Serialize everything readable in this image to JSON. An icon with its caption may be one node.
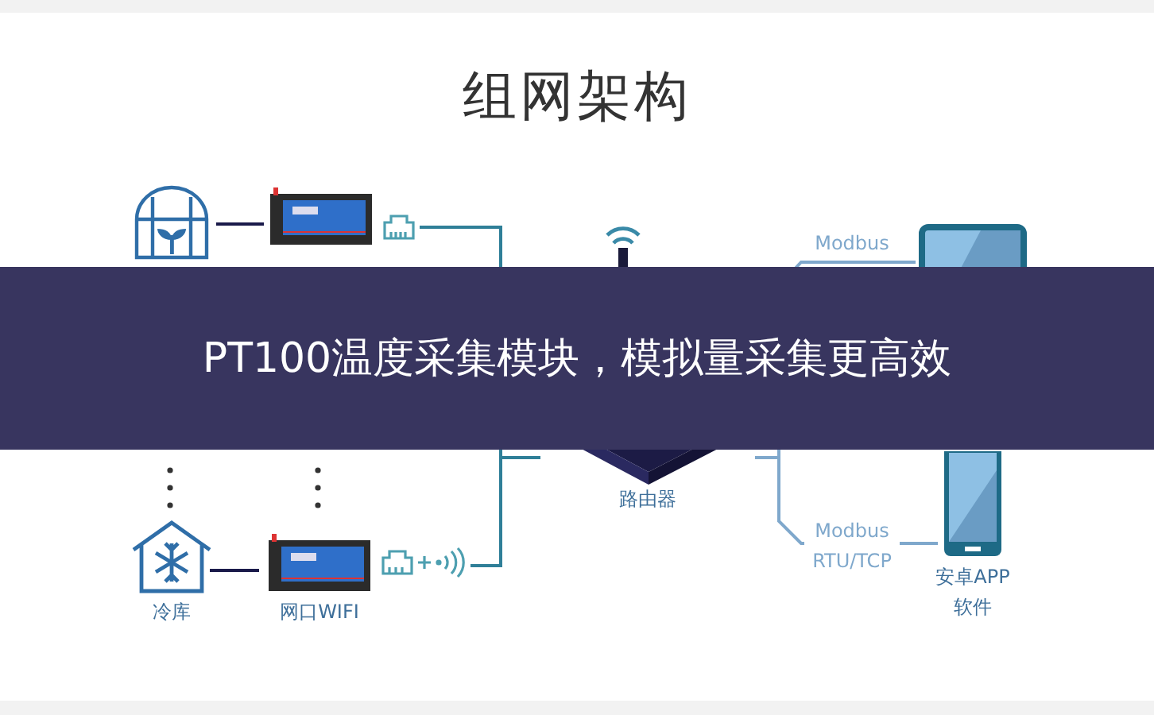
{
  "diagram": {
    "title": "组网架构",
    "nodes": [
      {
        "text": [],
        "shape": "picture"
      },
      {
        "text": [],
        "shape": "picture"
      },
      {
        "text": [],
        "shape": "picture"
      },
      {
        "text": [
          "冷库"
        ]
      },
      {
        "text": [
          "网口WIFI"
        ]
      },
      {
        "text": [],
        "shape": "picture"
      },
      {
        "text": [
          "路由器"
        ]
      },
      {
        "text": [],
        "shape": "picture"
      },
      {
        "text": [
          "安卓APP 软件"
        ]
      }
    ],
    "edges": [
      {
        "from": 0,
        "to": 1,
        "arrow": "none",
        "color": "#1a1a4a"
      },
      {
        "from": 2,
        "to": 6,
        "arrow": "none",
        "color": "#2f7f98"
      },
      {
        "from": 3,
        "to": 4,
        "arrow": "none",
        "color": "#1a1a4a"
      },
      {
        "from": 5,
        "to": 6,
        "arrow": "none",
        "color": "#2f7f98"
      },
      {
        "from": 6,
        "to": 7,
        "arrow": "none",
        "label": "Modbus",
        "color": "#7fa8cc"
      },
      {
        "from": 6,
        "to": 8,
        "arrow": "none",
        "label": "Modbus RTU/TCP",
        "color": "#7fa8cc"
      }
    ],
    "labels": [
      "PT100温度采集模块，模拟量采集更高效"
    ]
  }
}
